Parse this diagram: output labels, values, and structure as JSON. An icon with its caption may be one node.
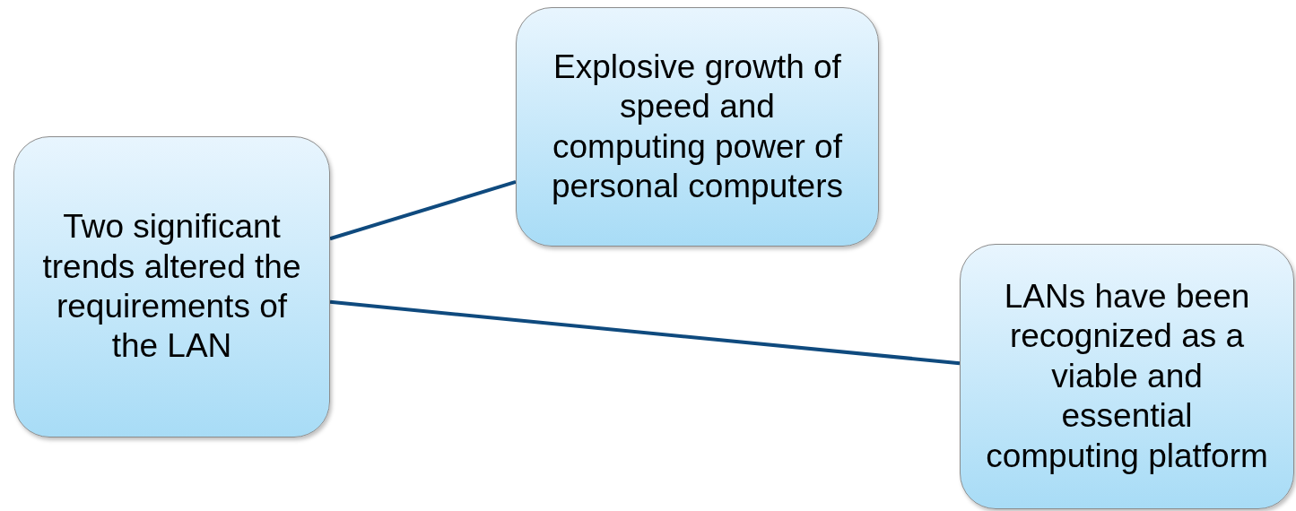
{
  "diagram": {
    "nodes": [
      {
        "text": [
          "Two significant trends altered the requirements of the LAN"
        ]
      },
      {
        "text": [
          "Explosive growth of speed and computing power of personal computers"
        ]
      },
      {
        "text": [
          "LANs have been recognized as a viable and essential computing platform"
        ]
      }
    ],
    "edges": [
      {
        "from": 0,
        "to": 1,
        "arrow": "none"
      },
      {
        "from": 0,
        "to": 2,
        "arrow": "none"
      }
    ]
  }
}
